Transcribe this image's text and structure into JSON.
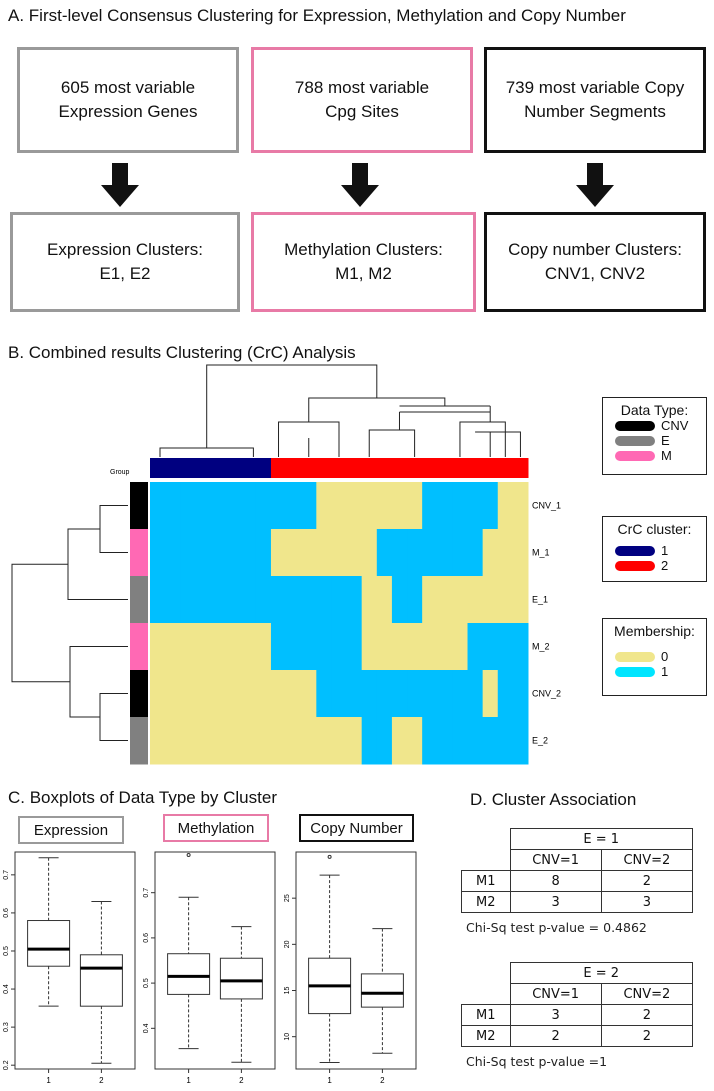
{
  "panelA": {
    "title": "A. First-level Consensus Clustering for Expression, Methylation and Copy Number",
    "top_boxes": [
      "605 most variable\nExpression Genes",
      "788 most variable\nCpg Sites",
      "739 most variable Copy\nNumber Segments"
    ],
    "bottom_boxes": [
      "Expression Clusters:\nE1, E2",
      "Methylation Clusters:\nM1, M2",
      "Copy number Clusters:\nCNV1, CNV2"
    ]
  },
  "panelB": {
    "title": "B. Combined results Clustering (CrC) Analysis",
    "group_label": "Group",
    "row_labels": [
      "CNV_1",
      "M_1",
      "E_1",
      "M_2",
      "CNV_2",
      "E_2"
    ],
    "row_types": [
      "CNV",
      "M",
      "E",
      "M",
      "CNV",
      "E"
    ],
    "col_groups": [
      1,
      1,
      1,
      1,
      1,
      1,
      1,
      1,
      2,
      2,
      2,
      2,
      2,
      2,
      2,
      2,
      2,
      2,
      2,
      2,
      2,
      2,
      2,
      2,
      2
    ],
    "matrix": [
      [
        1,
        1,
        1,
        1,
        1,
        1,
        1,
        1,
        1,
        1,
        1,
        0,
        0,
        0,
        0,
        0,
        0,
        0,
        1,
        1,
        1,
        1,
        1,
        0,
        0
      ],
      [
        1,
        1,
        1,
        1,
        1,
        1,
        1,
        1,
        0,
        0,
        0,
        0,
        0,
        0,
        0,
        1,
        1,
        1,
        1,
        1,
        1,
        1,
        0,
        0,
        0
      ],
      [
        1,
        1,
        1,
        1,
        1,
        1,
        1,
        1,
        1,
        1,
        1,
        1,
        1,
        1,
        0,
        0,
        1,
        1,
        0,
        0,
        0,
        0,
        0,
        0,
        0
      ],
      [
        0,
        0,
        0,
        0,
        0,
        0,
        0,
        0,
        1,
        1,
        1,
        1,
        1,
        1,
        0,
        0,
        0,
        0,
        0,
        0,
        0,
        1,
        1,
        1,
        1
      ],
      [
        0,
        0,
        0,
        0,
        0,
        0,
        0,
        0,
        0,
        0,
        0,
        1,
        1,
        1,
        1,
        1,
        1,
        1,
        1,
        1,
        1,
        1,
        0,
        1,
        1
      ],
      [
        0,
        0,
        0,
        0,
        0,
        0,
        0,
        0,
        0,
        0,
        0,
        0,
        0,
        0,
        1,
        1,
        0,
        0,
        1,
        1,
        1,
        1,
        1,
        1,
        1
      ]
    ],
    "legend_data_type": {
      "title": "Data Type:",
      "items": [
        {
          "label": "CNV",
          "color": "#000000"
        },
        {
          "label": "E",
          "color": "#808080"
        },
        {
          "label": "M",
          "color": "#ff69b4"
        }
      ]
    },
    "legend_crc": {
      "title": "CrC cluster:",
      "items": [
        {
          "label": "1",
          "color": "#000080"
        },
        {
          "label": "2",
          "color": "#ff0000"
        }
      ]
    },
    "legend_membership": {
      "title": "Membership:",
      "items": [
        {
          "label": "0",
          "color": "#f0e68c"
        },
        {
          "label": "1",
          "color": "#00e5ff"
        }
      ]
    },
    "colors": {
      "membership0": "#f0e68c",
      "membership1": "#00bfff",
      "crc1": "#000080",
      "crc2": "#ff0000",
      "CNV": "#000000",
      "E": "#808080",
      "M": "#ff69b4"
    }
  },
  "panelC": {
    "title": "C. Boxplots of Data Type by Cluster",
    "plots": [
      {
        "label": "Expression",
        "border": "#9a9a9a",
        "ylim": [
          0.19,
          0.76
        ],
        "ticks": [
          0.2,
          0.3,
          0.4,
          0.5,
          0.6,
          0.7
        ],
        "boxes": [
          {
            "min": 0.355,
            "q1": 0.46,
            "median": 0.505,
            "q3": 0.58,
            "max": 0.745,
            "outliers": []
          },
          {
            "min": 0.205,
            "q1": 0.355,
            "median": 0.455,
            "q3": 0.49,
            "max": 0.63,
            "outliers": []
          }
        ]
      },
      {
        "label": "Methylation",
        "border": "#e87aa6",
        "ylim": [
          0.31,
          0.79
        ],
        "ticks": [
          0.4,
          0.5,
          0.6,
          0.7
        ],
        "boxes": [
          {
            "min": 0.355,
            "q1": 0.475,
            "median": 0.515,
            "q3": 0.565,
            "max": 0.69,
            "outliers": [
              0.79
            ]
          },
          {
            "min": 0.325,
            "q1": 0.465,
            "median": 0.505,
            "q3": 0.555,
            "max": 0.625,
            "outliers": []
          }
        ]
      },
      {
        "label": "Copy Number",
        "border": "#111111",
        "ylim": [
          6.5,
          30
        ],
        "ticks": [
          10,
          15,
          20,
          25
        ],
        "boxes": [
          {
            "min": 7.2,
            "q1": 12.5,
            "median": 15.5,
            "q3": 18.5,
            "max": 27.5,
            "outliers": [
              29.8
            ]
          },
          {
            "min": 8.2,
            "q1": 13.2,
            "median": 14.7,
            "q3": 16.8,
            "max": 21.7,
            "outliers": []
          }
        ]
      }
    ],
    "xlabels": [
      "1",
      "2"
    ]
  },
  "panelD": {
    "title": "D. Cluster Association",
    "tables": [
      {
        "header": "E = 1",
        "cols": [
          "CNV=1",
          "CNV=2"
        ],
        "rows": [
          {
            "label": "M1",
            "values": [
              "8",
              "2"
            ]
          },
          {
            "label": "M2",
            "values": [
              "3",
              "3"
            ]
          }
        ],
        "pvalue": "Chi-Sq test p-value = 0.4862"
      },
      {
        "header": "E = 2",
        "cols": [
          "CNV=1",
          "CNV=2"
        ],
        "rows": [
          {
            "label": "M1",
            "values": [
              "3",
              "2"
            ]
          },
          {
            "label": "M2",
            "values": [
              "2",
              "2"
            ]
          }
        ],
        "pvalue": "Chi-Sq test p-value =1"
      }
    ]
  }
}
